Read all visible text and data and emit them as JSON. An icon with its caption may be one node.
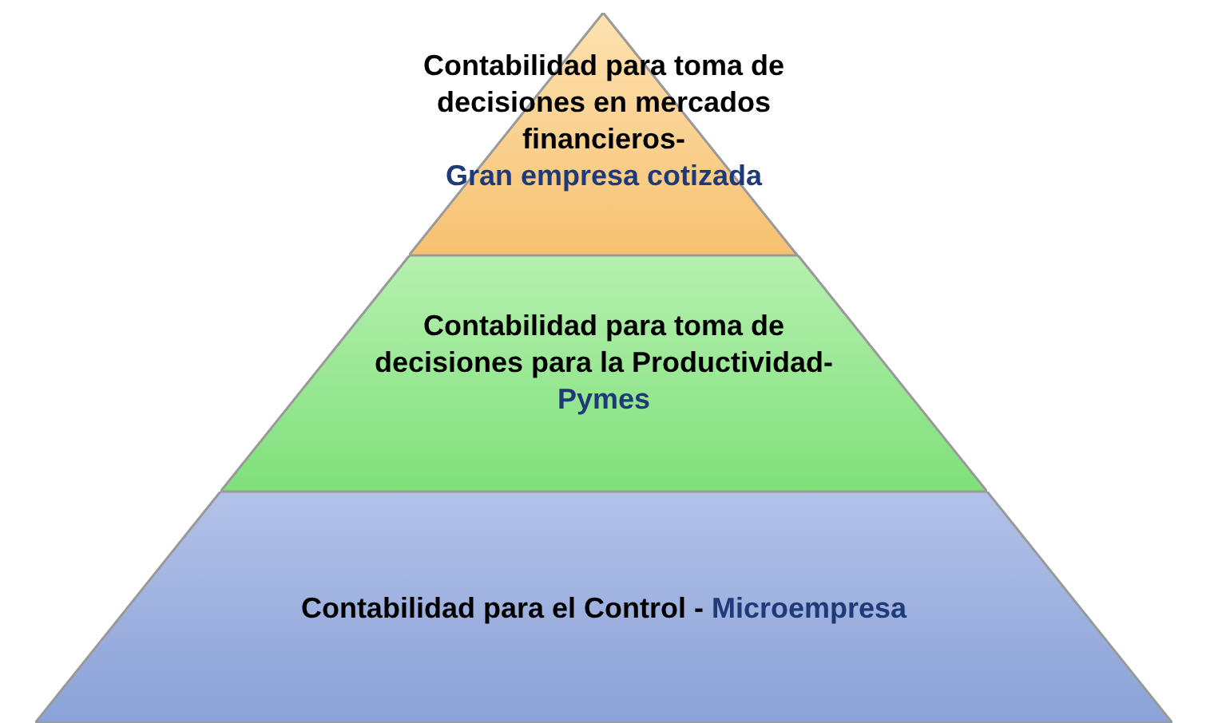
{
  "diagram": {
    "nodes": [
      {
        "text": [
          "Contabilidad para toma de decisiones en mercados financieros-",
          "Gran empresa cotizada"
        ]
      },
      {
        "text": [
          "Contabilidad para toma de decisiones para la Productividad-",
          "Pymes"
        ]
      },
      {
        "text": [
          "Contabilidad para el Control  -",
          "Microempresa"
        ]
      }
    ],
    "edges": []
  }
}
